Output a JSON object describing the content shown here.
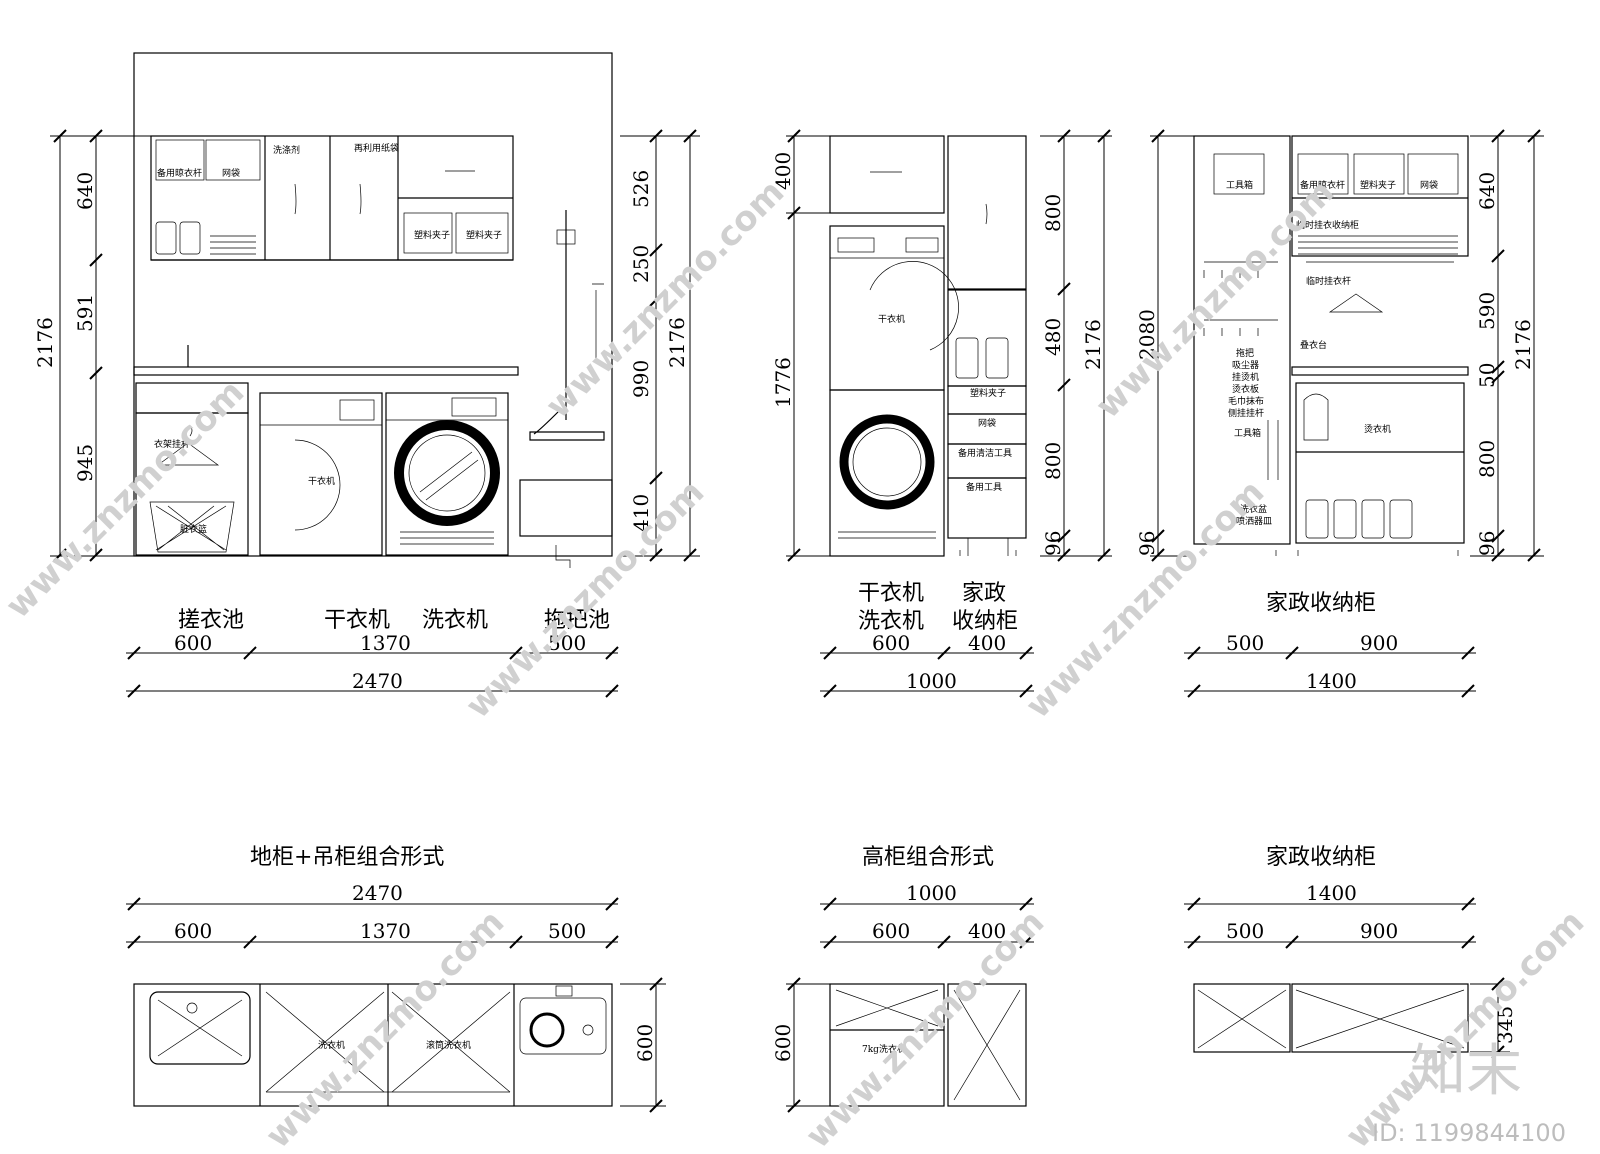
{
  "elev1": {
    "left_dims": [
      "640",
      "591",
      "945",
      "2176"
    ],
    "right_dims": [
      "526",
      "250",
      "990",
      "410",
      "2176"
    ],
    "labels": {
      "spare_clothes": "备用晾衣杆",
      "net_bag": "网袋",
      "detergent": "洗涤剂",
      "reusable_bag": "再利用纸袋",
      "clip1": "塑料夹子",
      "clip2": "塑料夹子",
      "hanger": "衣架挂杆",
      "basket": "脏衣篮",
      "dryer": "干衣机"
    },
    "names": [
      "搓衣池",
      "干衣机",
      "洗衣机",
      "拖把池"
    ],
    "widths": [
      "600",
      "1370",
      "500"
    ],
    "total": "2470"
  },
  "elev2": {
    "left_dims": [
      "400",
      "1776"
    ],
    "right_dims": [
      "800",
      "480",
      "800",
      "96",
      "2176"
    ],
    "labels": {
      "dryer": "干衣机",
      "clip": "塑料夹子",
      "net_bag": "网袋",
      "cleaning": "备用清洁工具",
      "tools": "备用工具"
    },
    "names_line1": [
      "干衣机",
      "家政"
    ],
    "names_line2": [
      "洗衣机",
      "收纳柜"
    ],
    "widths": [
      "600",
      "400"
    ],
    "total": "1000"
  },
  "elev3": {
    "left_dims": [
      "2080",
      "96"
    ],
    "right_dims": [
      "640",
      "590",
      "50",
      "800",
      "96",
      "2176"
    ],
    "labels": {
      "toolbox": "工具箱",
      "spare_clothes": "备用晾衣杆",
      "clip": "塑料夹子",
      "net_bag": "网袋",
      "temp_store": "临时挂衣收纳柜",
      "temp_rod": "临时挂衣杆",
      "fold": "叠衣台",
      "iron": "烫衣机",
      "tools": "工具箱",
      "laundry": "洗衣盆",
      "spray": "喷洒器皿"
    },
    "list": [
      "拖把",
      "吸尘器",
      "挂烫机",
      "烫衣板",
      "毛巾抹布",
      "侧挂挂杆"
    ],
    "name": "家政收纳柜",
    "widths": [
      "500",
      "900"
    ],
    "total": "1400"
  },
  "plan1": {
    "title": "地柜+吊柜组合形式",
    "total": "2470",
    "widths": [
      "600",
      "1370",
      "500"
    ],
    "depth": "600",
    "labels": [
      "洗衣机",
      "滚筒洗衣机"
    ]
  },
  "plan2": {
    "title": "高柜组合形式",
    "total": "1000",
    "widths": [
      "600",
      "400"
    ],
    "depth": "600",
    "labels": [
      "7kg洗衣机"
    ]
  },
  "plan3": {
    "title": "家政收纳柜",
    "total": "1400",
    "widths": [
      "500",
      "900"
    ],
    "depth": "345"
  },
  "watermark": {
    "site": "www.znzmo.com",
    "brand": "知末",
    "id": "ID: 1199844100"
  }
}
